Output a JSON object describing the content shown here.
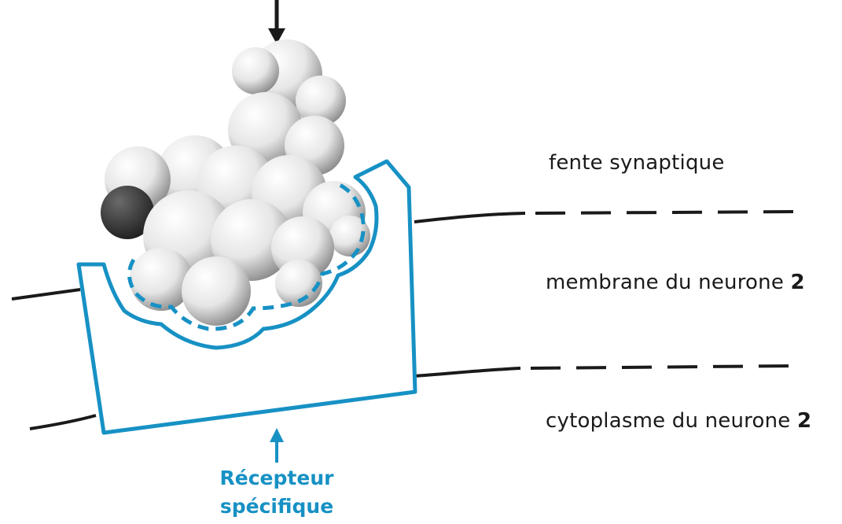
{
  "labels": {
    "fente": "fente synaptique",
    "membrane_text": "membrane du neurone ",
    "membrane_num": "2",
    "cytoplasme_text": "cytoplasme du neurone ",
    "cytoplasme_num": "2",
    "recepteur_line1": "Récepteur",
    "recepteur_line2": "spécifique"
  },
  "colors": {
    "receptor": "#1791c4",
    "membrane": "#1a1a1a",
    "molecule_dark": "#333333",
    "molecule_light": "#ffffff"
  }
}
